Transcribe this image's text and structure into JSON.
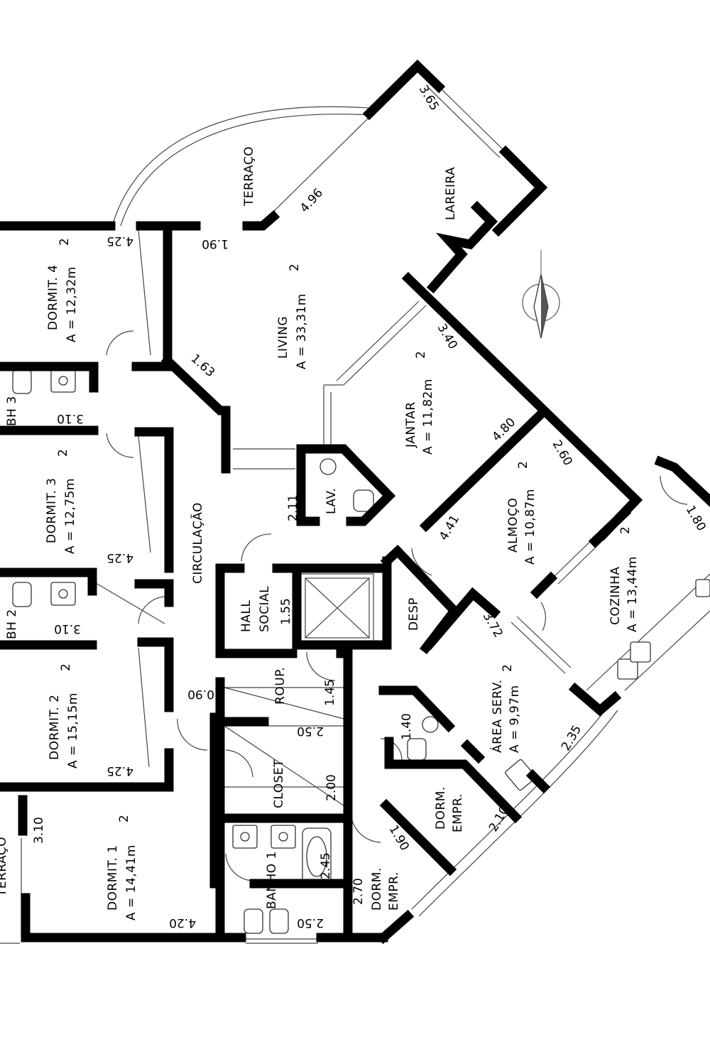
{
  "rooms": {
    "terraco": "TERRAÇO",
    "lareira": "LAREIRA",
    "living": {
      "name": "LIVING",
      "area": "A = 33,31m"
    },
    "jantar": {
      "name": "JANTAR",
      "area": "A = 11,82m"
    },
    "almoco": {
      "name": "ALMOÇO",
      "area": "A = 10,87m"
    },
    "cozinha": {
      "name": "COZINHA",
      "area": "A = 13,44m"
    },
    "dormit4": {
      "name": "DORMIT. 4",
      "area": "A = 12,32m"
    },
    "dormit3": {
      "name": "DORMIT. 3",
      "area": "A = 12,75m"
    },
    "dormit2": {
      "name": "DORMIT. 2",
      "area": "A = 15,15m"
    },
    "dormit1": {
      "name": "DORMIT. 1",
      "area": "A = 14,41m"
    },
    "bh3": "BH 3",
    "bh2": "BH 2",
    "circulacao": "CIRCULAÇÃO",
    "hall": {
      "line1": "HALL",
      "line2": "SOCIAL"
    },
    "lav": "LAV.",
    "desp": "DESP",
    "roup": "ROUP.",
    "closet": "CLOSET",
    "banho1": "BANHO 1",
    "area_serv": {
      "name": "ÁREA SERV.",
      "area": "A = 9,97m"
    },
    "dorm_empr_a": {
      "line1": "DORM.",
      "line2": "EMPR."
    },
    "dorm_empr_b": {
      "line1": "DORM.",
      "line2": "EMPR."
    },
    "terraco_left": "TERRAÇO",
    "sup": "2"
  },
  "dimensions": {
    "d365": "3.65",
    "d496": "4.96",
    "d190_top": "1.90",
    "d425_top": "4.25",
    "d163": "1.63",
    "d340": "3.40",
    "d310_bh3": "3.10",
    "d480": "4.80",
    "d260": "2.60",
    "d211": "2.11",
    "d441": "4.41",
    "d425_mid": "4.25",
    "d155": "1.55",
    "d310_bh2": "3.10",
    "d180": "1.80",
    "d372": "3.72",
    "d145": "1.45",
    "d090": "0.90",
    "d250_closet": "2.50",
    "d140": "1.40",
    "d235": "2.35",
    "d425_low": "4.25",
    "d200": "2.00",
    "d210": "2.10",
    "d310_left": "3.10",
    "d190_empr": "1.90",
    "d245": "2.45",
    "d270": "2.70",
    "d420": "4.20",
    "d250_bath": "2.50"
  }
}
